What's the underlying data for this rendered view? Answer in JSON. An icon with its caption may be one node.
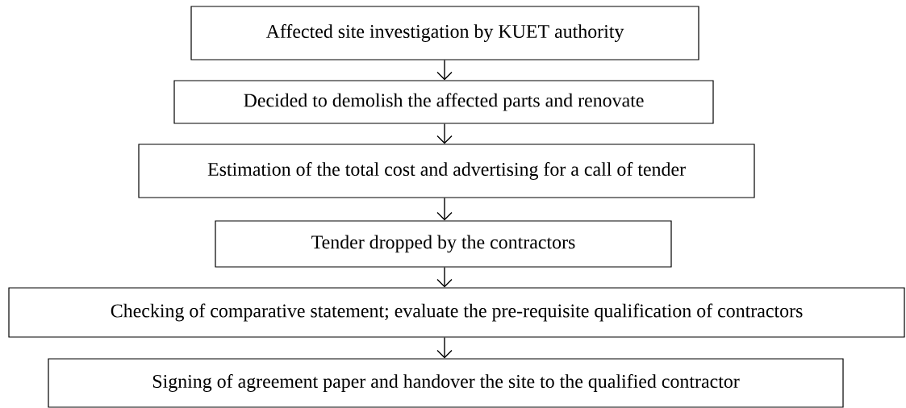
{
  "diagram": {
    "nodes": [
      {
        "text": [
          "Affected site investigation by KUET authority"
        ]
      },
      {
        "text": [
          "Decided to demolish the affected parts and renovate"
        ]
      },
      {
        "text": [
          "Estimation of the total cost and advertising for a call of tender"
        ]
      },
      {
        "text": [
          "Tender dropped by the contractors"
        ]
      },
      {
        "text": [
          "Checking of comparative statement; evaluate the pre-requisite qualification of contractors"
        ]
      },
      {
        "text": [
          "Signing of agreement paper and handover the site to the qualified contractor"
        ]
      }
    ],
    "edges": [
      {
        "from": 0,
        "to": 1,
        "arrow": "to"
      },
      {
        "from": 1,
        "to": 2,
        "arrow": "to"
      },
      {
        "from": 2,
        "to": 3,
        "arrow": "to"
      },
      {
        "from": 3,
        "to": 4,
        "arrow": "to"
      },
      {
        "from": 4,
        "to": 5,
        "arrow": "to"
      }
    ]
  }
}
